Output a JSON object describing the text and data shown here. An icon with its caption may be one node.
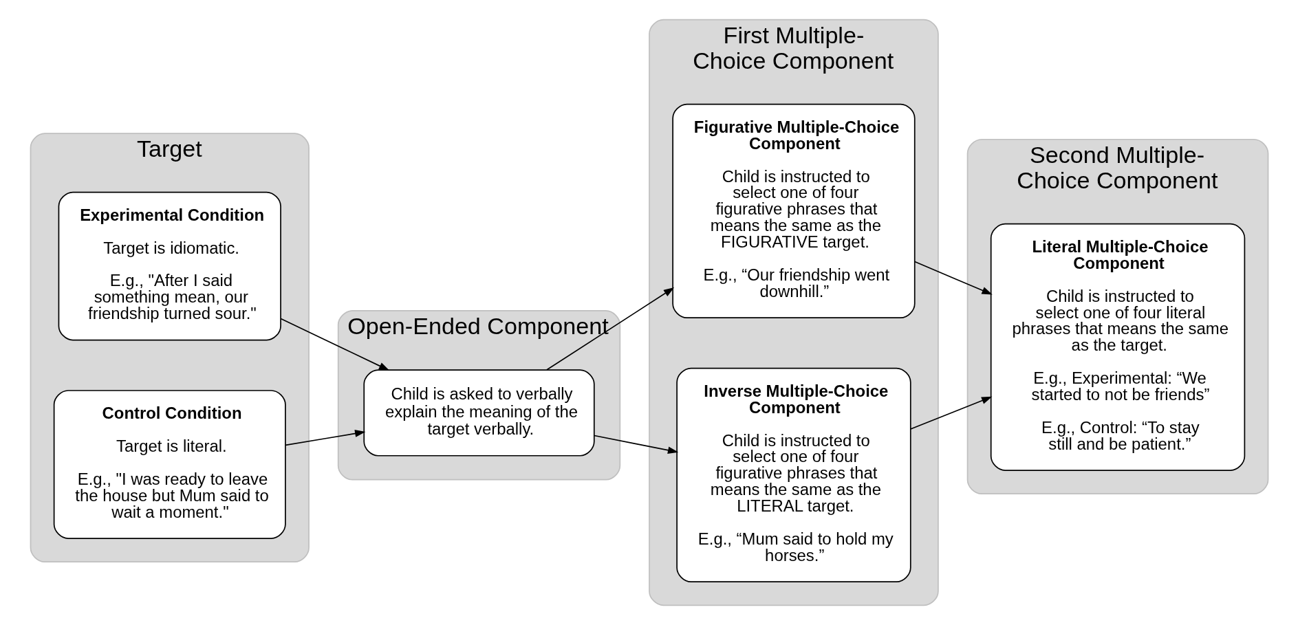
{
  "diagram": {
    "nodes": [
      {
        "text": [
          "Target"
        ]
      },
      {
        "text": [
          "Experimental Condition",
          "Target is idiomatic.",
          "E.g., \"After I said something mean, our friendship turned sour.\""
        ],
        "in": 0
      },
      {
        "text": [
          "Control Condition",
          "Target is literal.",
          "E.g., \"I was ready to leave the house but Mum said to wait a moment.\""
        ],
        "in": 0
      },
      {
        "text": [
          "Open-Ended Component"
        ]
      },
      {
        "text": [
          "Child is asked to verbally explain the meaning of the target verbally."
        ],
        "in": 3
      },
      {
        "text": [
          "First Multiple-Choice Component"
        ]
      },
      {
        "text": [
          "Figurative Multiple-Choice Component",
          "Child is instructed to select one of four figurative phrases that means the same as the FIGURATIVE target.",
          "E.g., “Our friendship went downhill.”"
        ],
        "in": 5
      },
      {
        "text": [
          "Inverse Multiple-Choice Component",
          "Child is instructed to select one of four figurative phrases that means the same as the LITERAL target.",
          "E.g., “Mum said to hold my horses.”"
        ],
        "in": 5
      },
      {
        "text": [
          "Second Multiple-Choice Component"
        ]
      },
      {
        "text": [
          "Literal Multiple-Choice Component",
          "Child is instructed to select one of four literal phrases that means the same as the target.",
          "E.g., Experimental: “We started to not be friends”",
          "E.g., Control: “To stay still and be patient.”"
        ],
        "in": 8
      }
    ],
    "edges": [
      {
        "from": 1,
        "to": 4,
        "arrow": "to"
      },
      {
        "from": 2,
        "to": 4,
        "arrow": "to"
      },
      {
        "from": 4,
        "to": 6,
        "arrow": "to"
      },
      {
        "from": 4,
        "to": 7,
        "arrow": "to"
      },
      {
        "from": 6,
        "to": 9,
        "arrow": "to"
      },
      {
        "from": 7,
        "to": 9,
        "arrow": "to"
      }
    ]
  }
}
